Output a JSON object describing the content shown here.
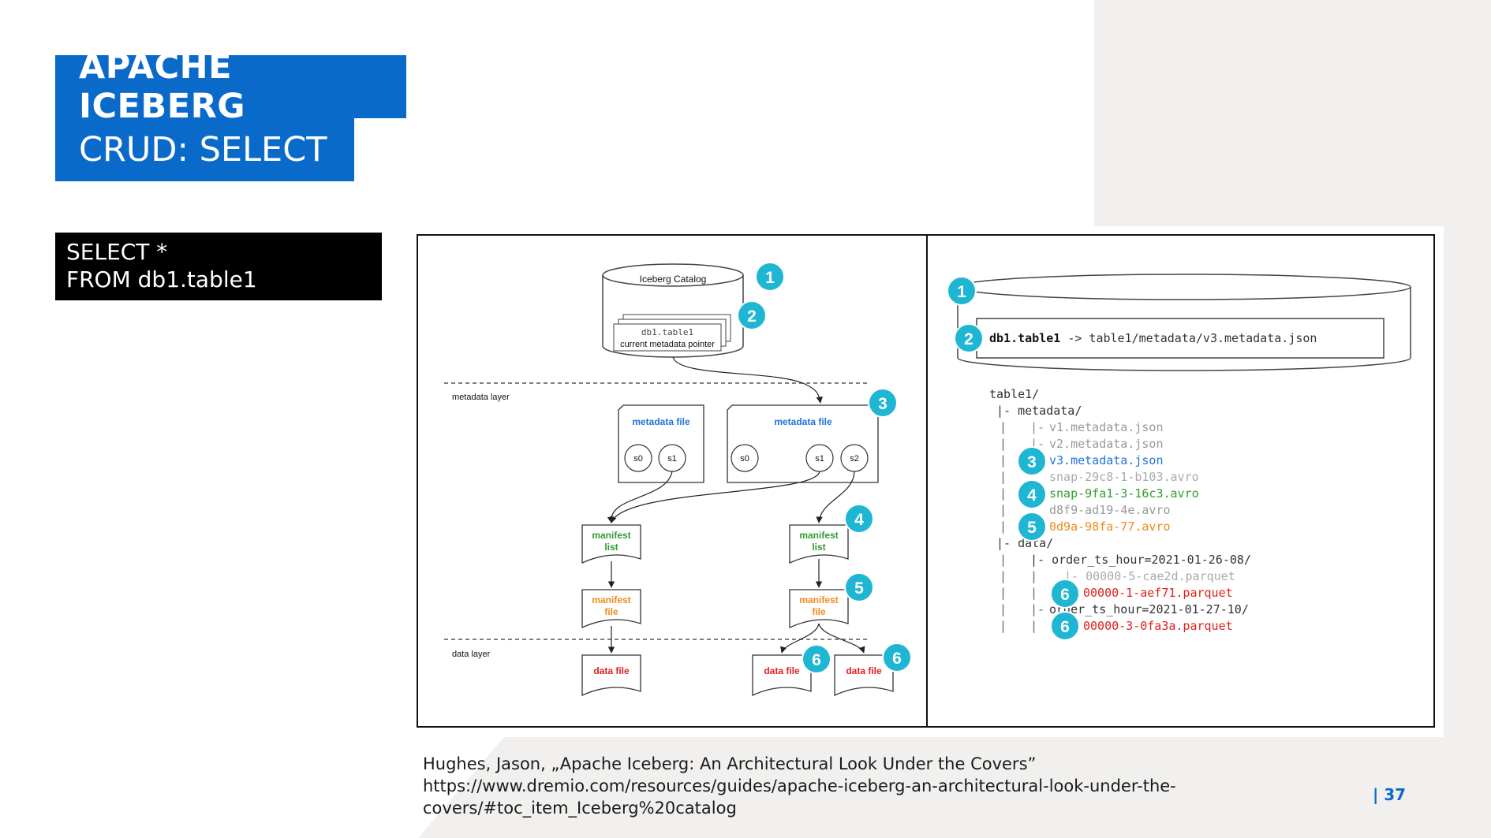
{
  "slide": {
    "title": "APACHE ICEBERG",
    "subtitle": "CRUD: SELECT",
    "query_line1": "SELECT *",
    "query_line2": "FROM db1.table1",
    "citation_line1": "Hughes, Jason, „Apache Iceberg: An Architectural Look Under the Covers”",
    "citation_line2": "https://www.dremio.com/resources/guides/apache-iceberg-an-architectural-look-under-the-",
    "citation_line3": "covers/#toc_item_Iceberg%20catalog",
    "page_number": "| 37"
  },
  "diagram_left": {
    "catalog_label": "Iceberg Catalog",
    "pointer_line1": "db1.table1",
    "pointer_line2": "current metadata pointer",
    "metadata_layer_label": "metadata layer",
    "data_layer_label": "data layer",
    "metadata_file_label": "metadata file",
    "snapshots_a": [
      "s0",
      "s1"
    ],
    "snapshots_b": [
      "s0",
      "s1",
      "s2"
    ],
    "manifest_list_line1": "manifest",
    "manifest_list_line2": "list",
    "manifest_file_line1": "manifest",
    "manifest_file_line2": "file",
    "data_file_label": "data file",
    "badges": {
      "b1": "1",
      "b2": "2",
      "b3": "3",
      "b4": "4",
      "b5": "5",
      "b6a": "6",
      "b6b": "6"
    }
  },
  "diagram_right": {
    "pointer_table": "db1.table1",
    "pointer_arrow": " -> table1/metadata/v3.metadata.json",
    "tree": {
      "root": "table1/",
      "metadata_dir": "|- metadata/",
      "v1": "v1.metadata.json",
      "v2": "v2.metadata.json",
      "v3": "v3.metadata.json",
      "snap1": "snap-29c8-1-b103.avro",
      "snap2": "snap-9fa1-3-16c3.avro",
      "man1": "d8f9-ad19-4e.avro",
      "man2": "0d9a-98fa-77.avro",
      "data_dir": "|- data/",
      "part1": "|- order_ts_hour=2021-01-26-08/",
      "file_a": "|- 00000-5-cae2d.parquet",
      "file_b": "00000-1-aef71.parquet",
      "part2": "order_ts_hour=2021-01-27-10/",
      "file_c": "00000-3-0fa3a.parquet"
    },
    "badges": {
      "b1": "1",
      "b2": "2",
      "b3": "3",
      "b4": "4",
      "b5": "5",
      "b6a": "6",
      "b6b": "6"
    }
  },
  "colors": {
    "brand_blue": "#0a6ac9",
    "badge_teal": "#1fb6d4",
    "metadata_blue": "#1e73d9",
    "manifest_list_green": "#2e9e2e",
    "manifest_file_orange": "#f08a1c",
    "data_file_red": "#e0201c"
  }
}
